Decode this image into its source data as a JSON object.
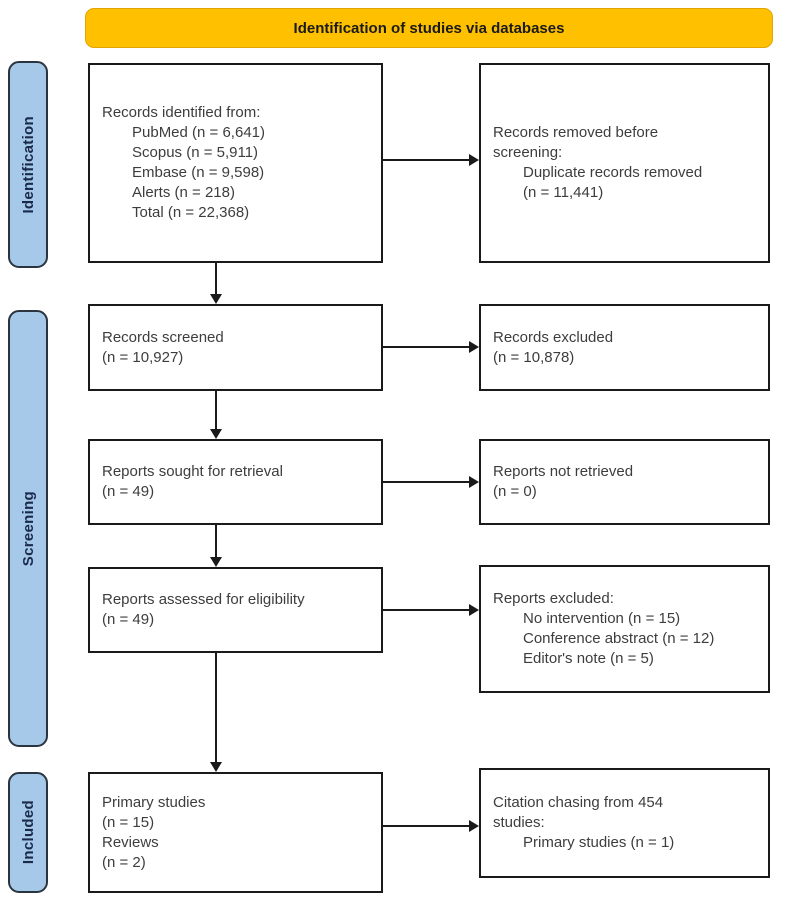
{
  "banner": {
    "title": "Identification of studies via databases"
  },
  "stage_labels": {
    "identification": "Identification",
    "screening": "Screening",
    "included": "Included"
  },
  "colors": {
    "banner_bg": "#FFC000",
    "stage_bg": "#A6C9EA",
    "box_border": "#1A1A1A",
    "text": "#3D3D3D"
  },
  "boxes": {
    "records_identified": {
      "lines": [
        "Records identified from:",
        "PubMed (n = 6,641)",
        "Scopus (n = 5,911)",
        "Embase (n = 9,598)",
        "Alerts (n = 218)",
        "Total (n = 22,368)"
      ]
    },
    "records_removed": {
      "lines": [
        "Records removed before",
        "screening:",
        "Duplicate records removed",
        "(n = 11,441)"
      ]
    },
    "records_screened": {
      "lines": [
        "Records screened",
        "(n = 10,927)"
      ]
    },
    "records_excluded": {
      "lines": [
        "Records excluded",
        "(n = 10,878)"
      ]
    },
    "reports_sought": {
      "lines": [
        "Reports sought for retrieval",
        "(n = 49)"
      ]
    },
    "reports_not_retrieved": {
      "lines": [
        "Reports not retrieved",
        "(n = 0)"
      ]
    },
    "reports_assessed": {
      "lines": [
        "Reports assessed for eligibility",
        "(n = 49)"
      ]
    },
    "reports_excluded": {
      "lines": [
        "Reports excluded:",
        "No intervention (n = 15)",
        "Conference abstract (n = 12)",
        "Editor's note (n = 5)"
      ]
    },
    "included_studies": {
      "lines": [
        "Primary studies",
        "(n = 15)",
        "Reviews",
        "(n = 2)"
      ]
    },
    "citation_chasing": {
      "lines": [
        "Citation chasing from 454",
        "studies:",
        "Primary studies (n = 1)"
      ]
    }
  }
}
